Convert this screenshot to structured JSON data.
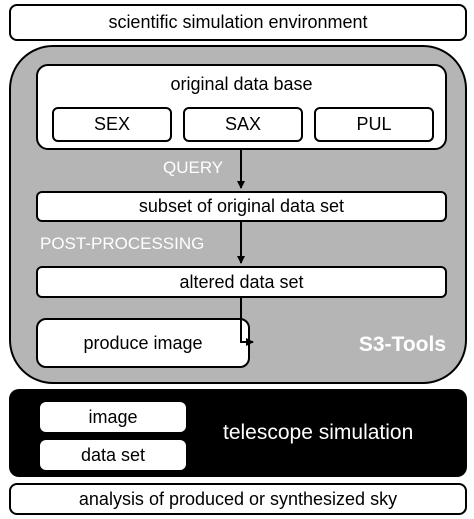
{
  "top_bar": "scientific simulation environment",
  "s3_tools": {
    "database_title": "original data base",
    "databases": [
      "SEX",
      "SAX",
      "PUL"
    ],
    "query_label": "QUERY",
    "subset_label": "subset of original data set",
    "post_processing_label": "POST-PROCESSING",
    "altered_label": "altered data set",
    "produce_label": "produce image",
    "panel_label": "S3-Tools"
  },
  "telescope": {
    "image_label": "image",
    "dataset_label": "data set",
    "title": "telescope simulation"
  },
  "bottom_bar": "analysis of produced or synthesized sky",
  "colors": {
    "panel_gray": "#b5b5b5",
    "telescope_panel": "#000000",
    "box_fill": "#ffffff"
  }
}
